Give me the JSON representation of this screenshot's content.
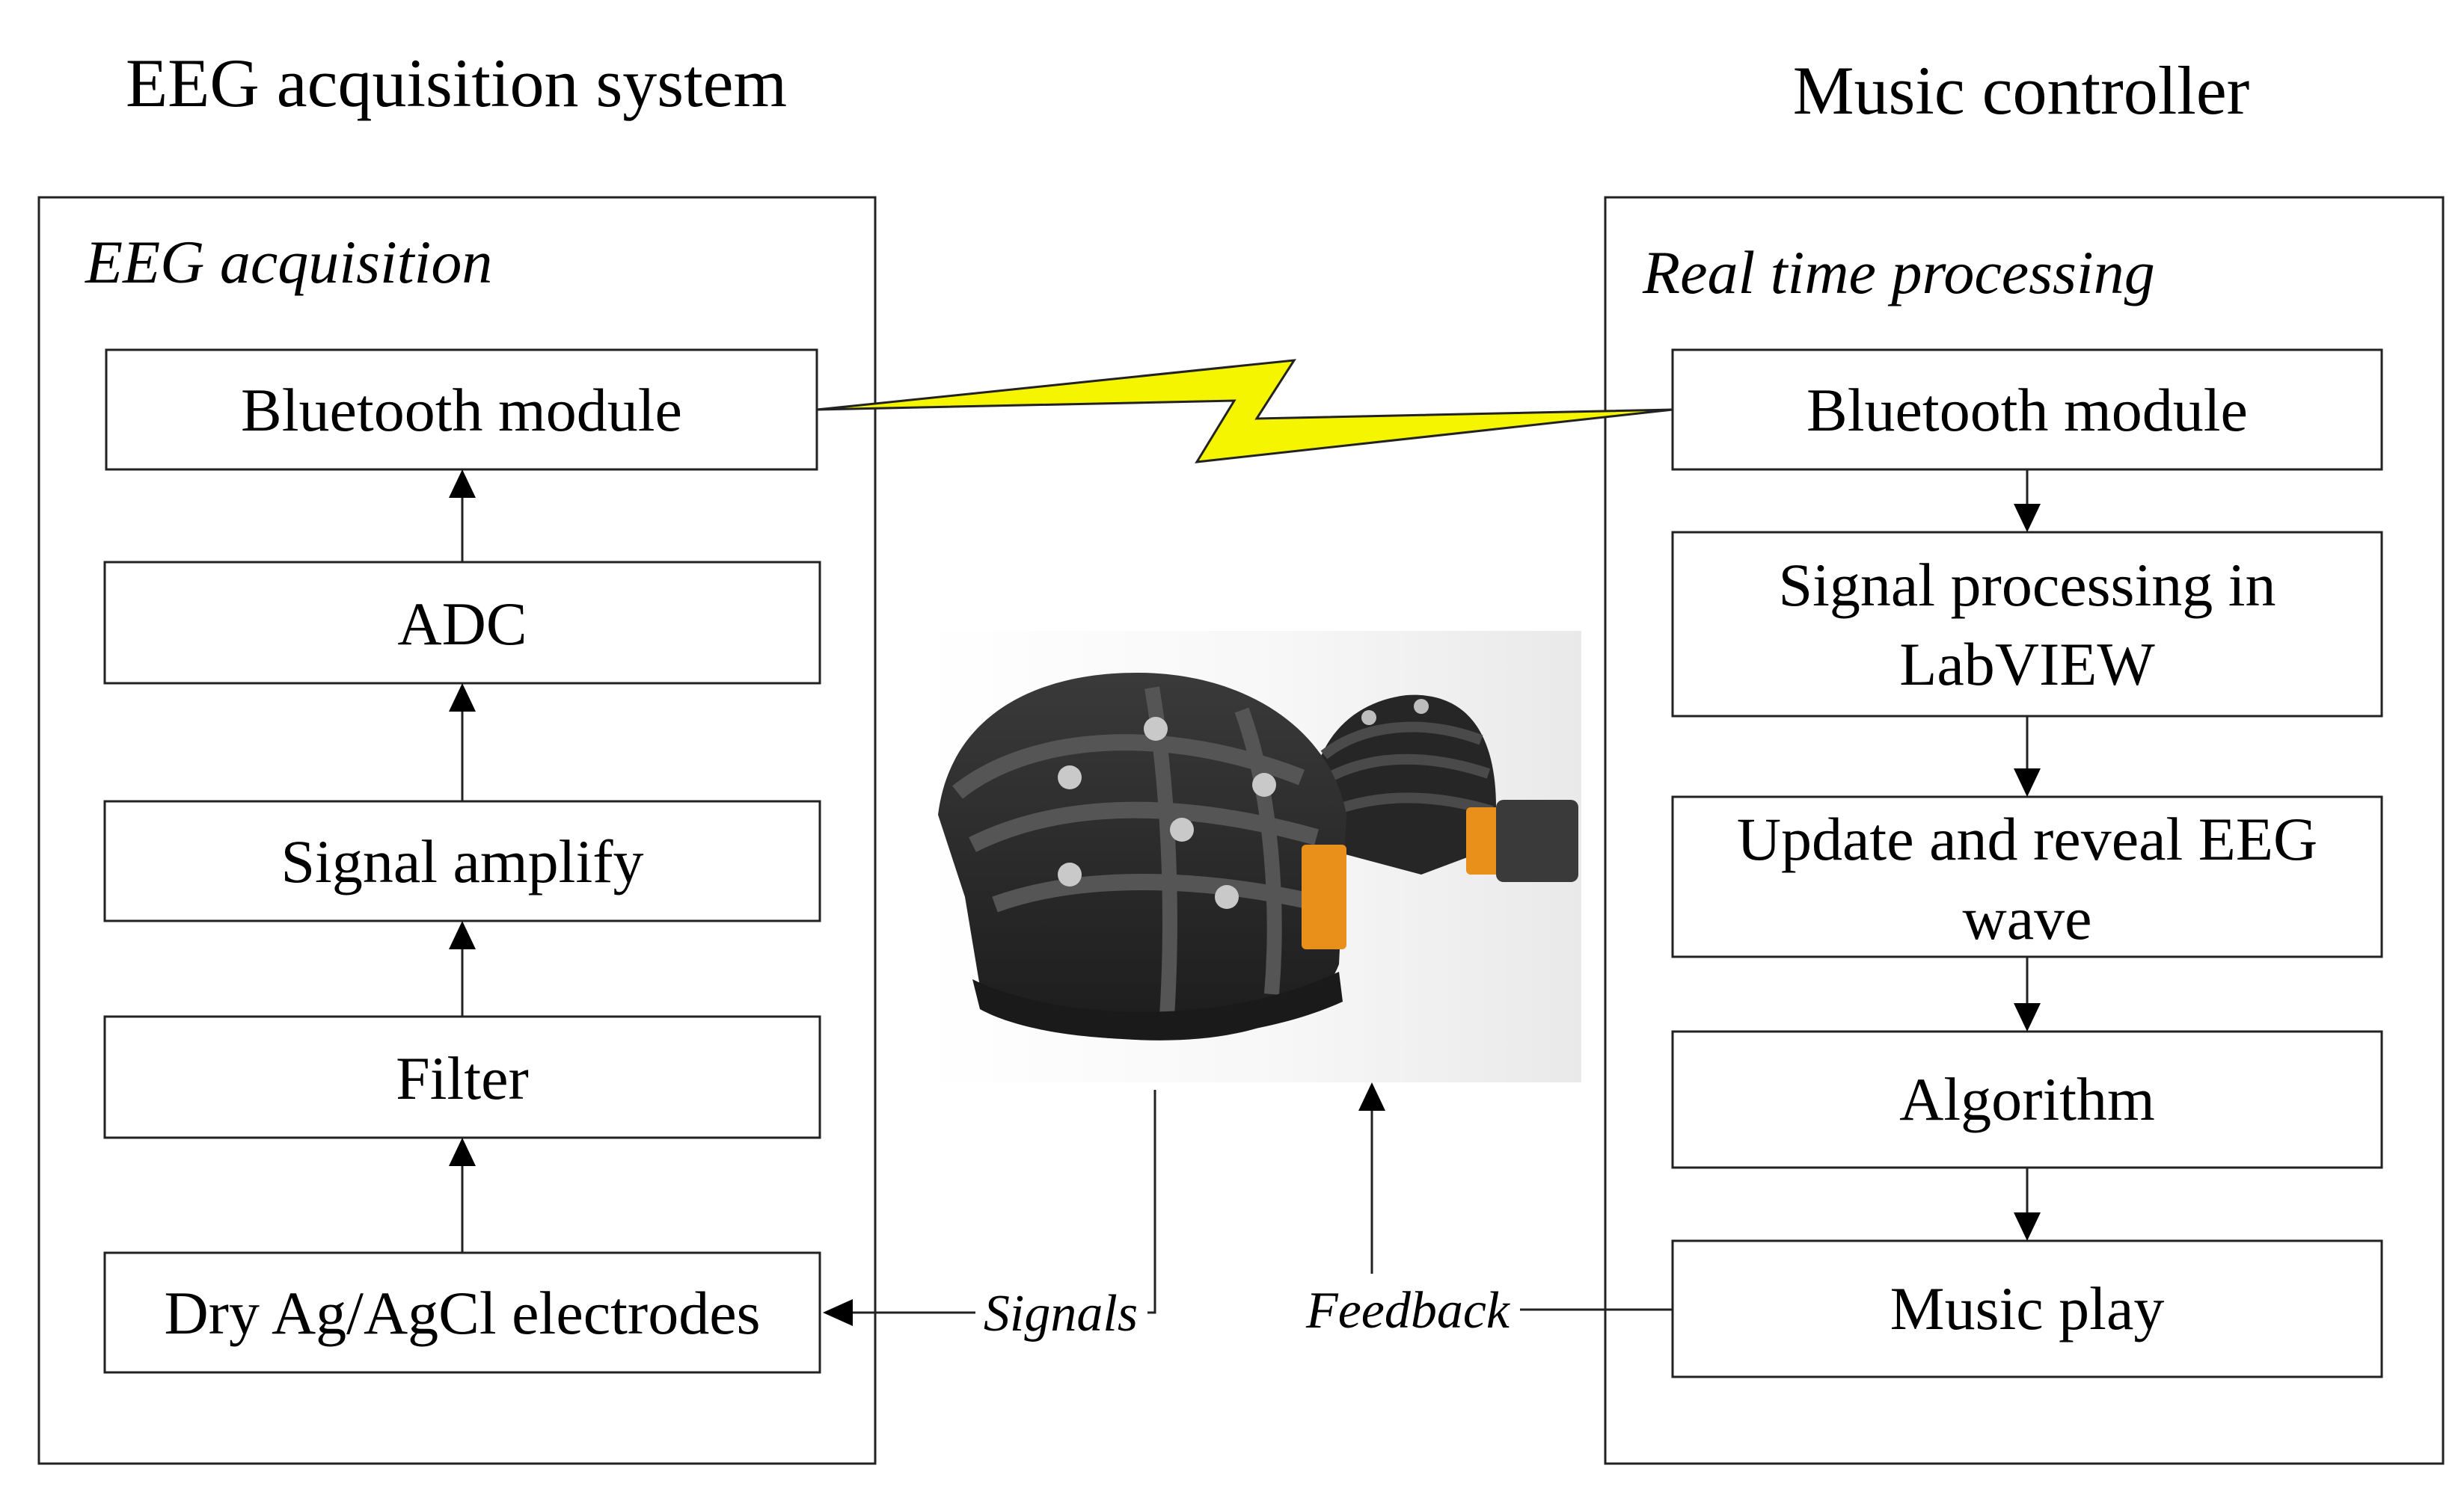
{
  "left_system": {
    "title": "EEG acquisition system",
    "panel_title": "EEG acquisition",
    "blocks": [
      "Bluetooth module",
      "ADC",
      "Signal amplify",
      "Filter",
      "Dry Ag/AgCl electrodes"
    ]
  },
  "right_system": {
    "title": "Music controller",
    "panel_title": "Real time processing",
    "blocks": [
      {
        "lines": [
          "Bluetooth module"
        ]
      },
      {
        "lines": [
          "Signal processing in",
          "LabVIEW"
        ]
      },
      {
        "lines": [
          "Update and reveal EEG",
          "wave"
        ]
      },
      {
        "lines": [
          "Algorithm"
        ]
      },
      {
        "lines": [
          "Music play"
        ]
      }
    ]
  },
  "center": {
    "signals_label": "Signals",
    "feedback_label": "Feedback",
    "headset_image": "eeg-headset-photo"
  },
  "colors": {
    "wireless_link": "#f5f500",
    "headset_body": "#2b2b2b",
    "headset_accent": "#e8901a"
  }
}
